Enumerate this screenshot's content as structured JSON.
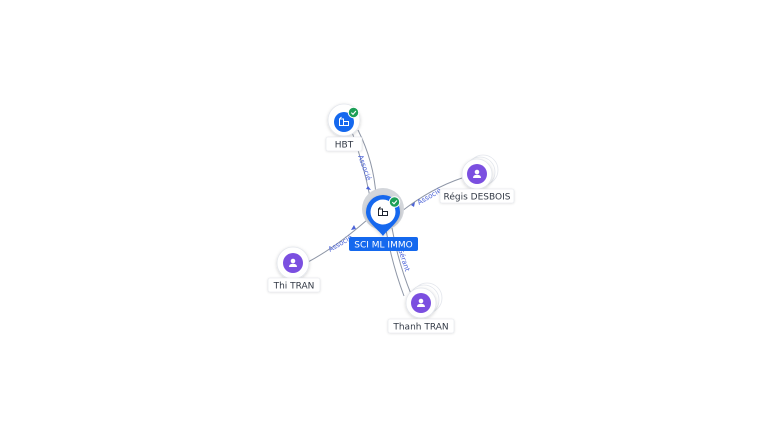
{
  "colors": {
    "company": "#1468ee",
    "person": "#7b4fe0",
    "verified": "#1d9f57",
    "edge": "#8e96a6",
    "edge_label": "#4a62d8"
  },
  "nodes": {
    "main": {
      "label": "SCI ML IMMO",
      "icon": "building-icon",
      "verified": true
    },
    "hbt": {
      "label": "HBT",
      "icon": "building-icon",
      "verified": true
    },
    "regis": {
      "label": "Régis DESBOIS",
      "icon": "person-icon"
    },
    "thi": {
      "label": "Thi TRAN",
      "icon": "person-icon"
    },
    "thanh": {
      "label": "Thanh TRAN",
      "icon": "person-icon"
    }
  },
  "edges": {
    "hbt_main": "Associé",
    "regis_main": "Associé",
    "thi_main": "Associé",
    "thanh_main": "Gérant"
  }
}
